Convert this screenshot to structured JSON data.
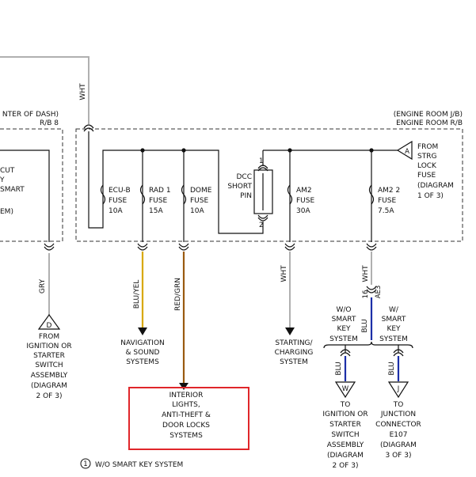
{
  "colors": {
    "wire": "#111111",
    "wht": "#c8c8c8",
    "blu_yel": "#d8a800",
    "red_grn": "#9a5a10",
    "blu": "#1c2fa8",
    "highlight": "#e0262a"
  },
  "boxes": {
    "center_dash_l1": "NTER OF DASH)",
    "center_dash_l2": "R/B 8",
    "engine_room_l1": "(ENGINE ROOM J/B)",
    "engine_room_l2": "ENGINE ROOM R/B"
  },
  "left_cut": [
    "CUT",
    "Y",
    "SMART",
    "EM)"
  ],
  "fuses": [
    {
      "l1": "ECU-B",
      "l2": "FUSE",
      "l3": "10A"
    },
    {
      "l1": "RAD 1",
      "l2": "FUSE",
      "l3": "15A"
    },
    {
      "l1": "DOME",
      "l2": "FUSE",
      "l3": "10A"
    },
    {
      "l1": "AM2",
      "l2": "FUSE",
      "l3": "30A"
    },
    {
      "l1": "AM2 2",
      "l2": "FUSE",
      "l3": "7.5A"
    }
  ],
  "dcc": {
    "l1": "DCC",
    "l2": "SHORT",
    "l3": "PIN",
    "pin1": "1",
    "pin2": "2"
  },
  "from_strg": {
    "letter": "A",
    "lines": [
      "FROM",
      "STRG",
      "LOCK",
      "FUSE",
      "(DIAGRAM",
      "1 OF 3)"
    ]
  },
  "wires": {
    "wht_top": "WHT",
    "gry": "GRY",
    "blu_yel": "BLU/YEL",
    "red_grn": "RED/GRN",
    "wht_mid": "WHT",
    "wht_right": "WHT",
    "pin16": "16",
    "ae3": "AE3",
    "blu_mid": "BLU",
    "blu_left": "BLU",
    "blu_right": "BLU"
  },
  "from_ignition": {
    "letter": "D",
    "lines": [
      "FROM",
      "IGNITION OR",
      "STARTER",
      "SWITCH",
      "ASSEMBLY",
      "(DIAGRAM",
      "2 OF 3)"
    ]
  },
  "nav": {
    "lines": [
      "NAVIGATION",
      "& SOUND",
      "SYSTEMS"
    ]
  },
  "interior": {
    "lines": [
      "INTERIOR",
      "LIGHTS,",
      "ANTI-THEFT &",
      "DOOR LOCKS",
      "SYSTEMS"
    ]
  },
  "starting": {
    "lines": [
      "STARTING/",
      "CHARGING",
      "SYSTEM"
    ]
  },
  "wo_smart": {
    "lines": [
      "W/O",
      "SMART",
      "KEY",
      "SYSTEM"
    ]
  },
  "w_smart": {
    "lines": [
      "W/",
      "SMART",
      "KEY",
      "SYSTEM"
    ]
  },
  "to_ignition": {
    "letter": "W",
    "lines": [
      "TO",
      "IGNITION OR",
      "STARTER",
      "SWITCH",
      "ASSEMBLY",
      "(DIAGRAM",
      "2 OF 3)"
    ]
  },
  "to_junction": {
    "letter": "J",
    "lines": [
      "TO",
      "JUNCTION",
      "CONNECTOR",
      "E107",
      "(DIAGRAM",
      "3 OF 3)"
    ]
  },
  "footnote": {
    "number": "1",
    "text": "W/O SMART KEY SYSTEM"
  }
}
